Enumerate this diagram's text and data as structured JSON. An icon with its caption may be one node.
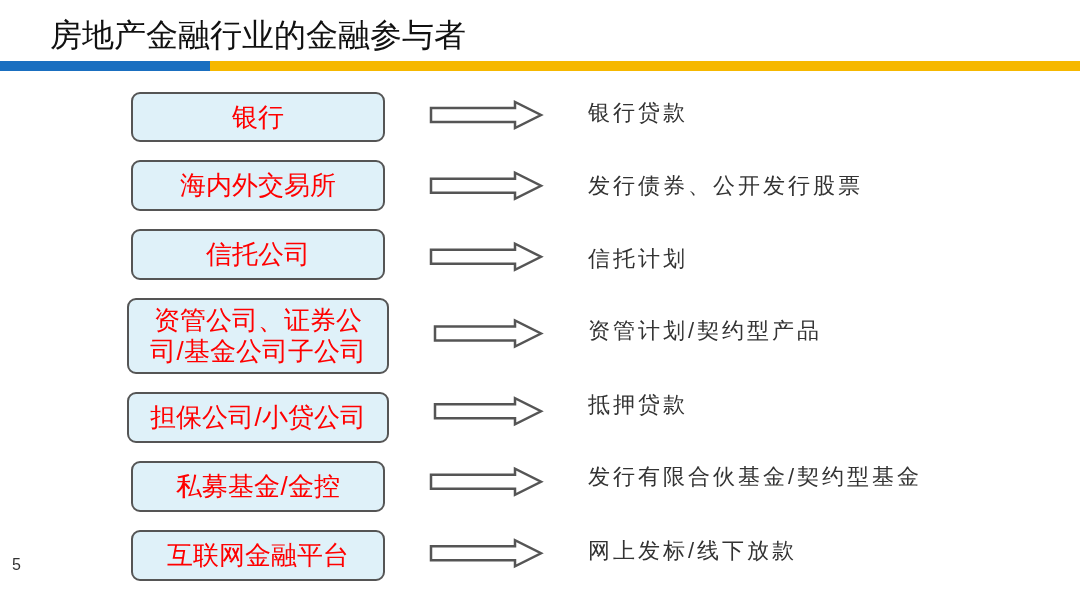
{
  "diagram": {
    "title": "房地产金融行业的金融参与者",
    "nodes": [
      {
        "text": [
          "银行"
        ]
      },
      {
        "text": [
          "海内外交易所"
        ]
      },
      {
        "text": [
          "信托公司"
        ]
      },
      {
        "text": [
          "资管公司、证券公司/基金公司子公司"
        ]
      },
      {
        "text": [
          "担保公司/小贷公司"
        ]
      },
      {
        "text": [
          "私募基金/金控"
        ]
      },
      {
        "text": [
          "互联网金融平台"
        ]
      },
      {
        "text": [
          "银行贷款"
        ]
      },
      {
        "text": [
          "发行债券、公开发行股票"
        ]
      },
      {
        "text": [
          "信托计划"
        ]
      },
      {
        "text": [
          "资管计划/契约型产品"
        ]
      },
      {
        "text": [
          "抵押贷款"
        ]
      },
      {
        "text": [
          "发行有限合伙基金/契约型基金"
        ]
      },
      {
        "text": [
          "网上发标/线下放款"
        ]
      }
    ],
    "edges": [
      {
        "from": 0,
        "to": 7,
        "arrow": "to"
      },
      {
        "from": 1,
        "to": 8,
        "arrow": "to"
      },
      {
        "from": 2,
        "to": 9,
        "arrow": "to"
      },
      {
        "from": 3,
        "to": 10,
        "arrow": "to"
      },
      {
        "from": 4,
        "to": 11,
        "arrow": "to"
      },
      {
        "from": 5,
        "to": 12,
        "arrow": "to"
      },
      {
        "from": 6,
        "to": 13,
        "arrow": "to"
      }
    ],
    "labels": [
      "5"
    ]
  }
}
